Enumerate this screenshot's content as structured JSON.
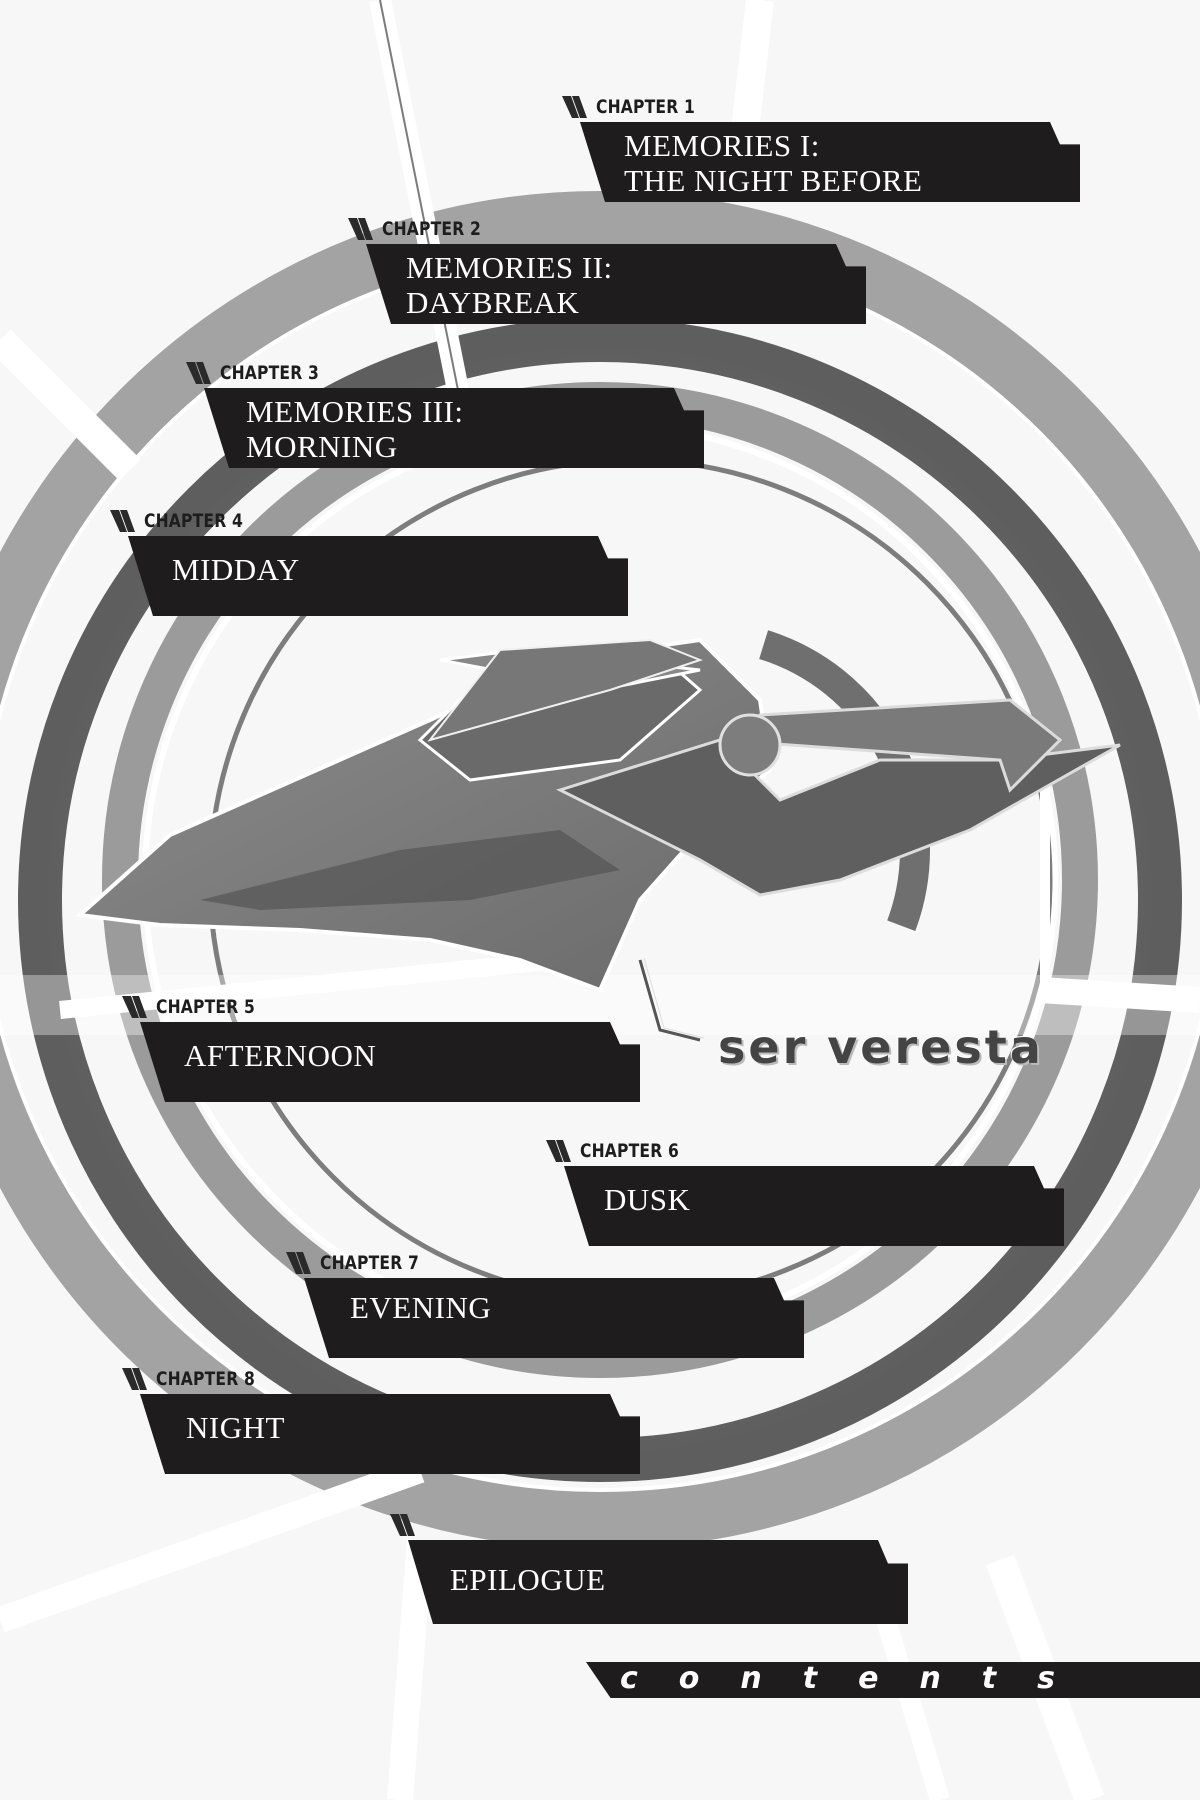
{
  "chapters": [
    {
      "label": "CHAPTER 1",
      "title": "MEMORIES I:\nTHE NIGHT BEFORE"
    },
    {
      "label": "CHAPTER 2",
      "title": "MEMORIES II:\nDAYBREAK"
    },
    {
      "label": "CHAPTER 3",
      "title": "MEMORIES III:\nMORNING"
    },
    {
      "label": "CHAPTER 4",
      "title": "MIDDAY"
    },
    {
      "label": "CHAPTER 5",
      "title": "AFTERNOON"
    },
    {
      "label": "CHAPTER 6",
      "title": "DUSK"
    },
    {
      "label": "CHAPTER 7",
      "title": "EVENING"
    },
    {
      "label": "CHAPTER 8",
      "title": "NIGHT"
    }
  ],
  "epilogue": {
    "title": "EPILOGUE"
  },
  "ship_name": "ser veresta",
  "contents_label": "contents",
  "colors": {
    "bar": "#1f1c1d",
    "ring_dark": "#6b6b6b",
    "ring_light": "#9a9a9a",
    "paper": "#f7f7f7"
  }
}
